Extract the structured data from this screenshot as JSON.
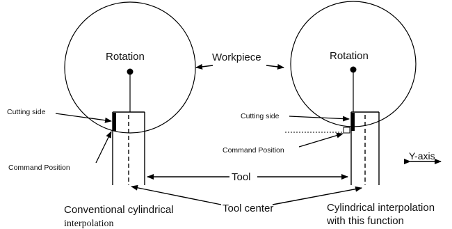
{
  "labels": {
    "workpiece": "Workpiece",
    "rotation_left": "Rotation",
    "rotation_right": "Rotation",
    "cutting_side_left": "Cutting side",
    "cutting_side_right": "Cutting side",
    "command_position_left": "Command Position",
    "command_position_right": "Command Position",
    "tool": "Tool",
    "tool_center": "Tool center",
    "y_axis": "Y-axis",
    "caption_left_line1": "Conventional cylindrical",
    "caption_left_line2": "interpolation",
    "caption_right_line1": "Cylindrical interpolation",
    "caption_right_line2": "with this function"
  }
}
